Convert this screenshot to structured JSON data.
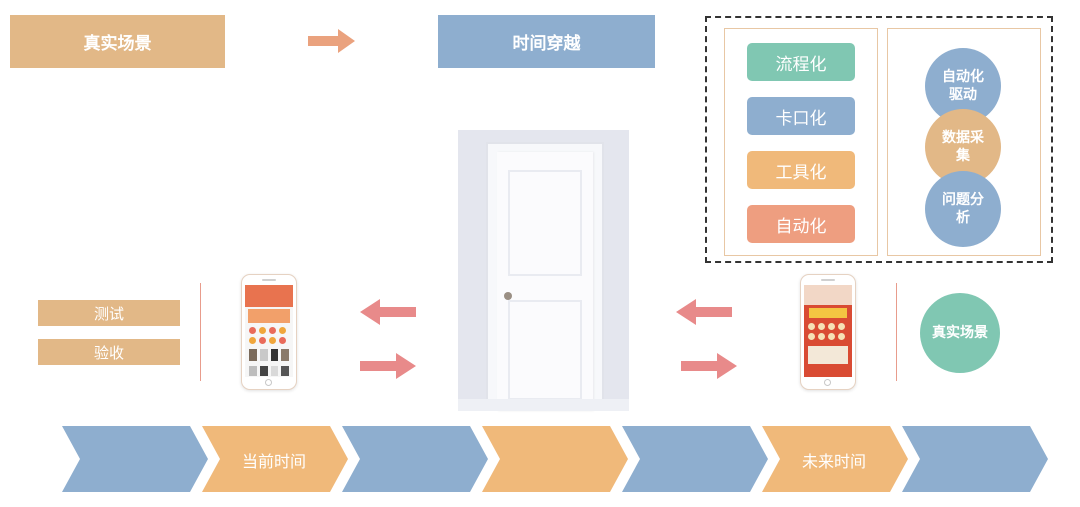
{
  "header": {
    "left_label": "真实场景",
    "right_label": "时间穿越"
  },
  "capability_panel": {
    "items": [
      {
        "label": "流程化",
        "color": "#80c7b2"
      },
      {
        "label": "卡口化",
        "color": "#8eaecf"
      },
      {
        "label": "工具化",
        "color": "#f0b97a"
      },
      {
        "label": "自动化",
        "color": "#ee9e80"
      }
    ],
    "circles": [
      {
        "label": "自动化驱动",
        "color": "#8eaecf"
      },
      {
        "label": "数据采集",
        "color": "#e2b887"
      },
      {
        "label": "问题分析",
        "color": "#8eaecf"
      }
    ]
  },
  "left_side": {
    "items": [
      {
        "label": "测试"
      },
      {
        "label": "验收"
      }
    ]
  },
  "right_side": {
    "label": "真实场景",
    "color": "#80c7b2"
  },
  "timeline": {
    "segments": [
      {
        "label": "",
        "color": "#8eaecf"
      },
      {
        "label": "当前时间",
        "color": "#f0b97a"
      },
      {
        "label": "",
        "color": "#8eaecf"
      },
      {
        "label": "",
        "color": "#f0b97a"
      },
      {
        "label": "",
        "color": "#8eaecf"
      },
      {
        "label": "未来时间",
        "color": "#f0b97a"
      },
      {
        "label": "",
        "color": "#8eaecf"
      }
    ]
  },
  "colors": {
    "tan": "#e2b887",
    "blue": "#8eaecf",
    "arrow_orange": "#eaa27e",
    "arrow_red": "#e88a8a",
    "divider": "#e89c8c"
  }
}
